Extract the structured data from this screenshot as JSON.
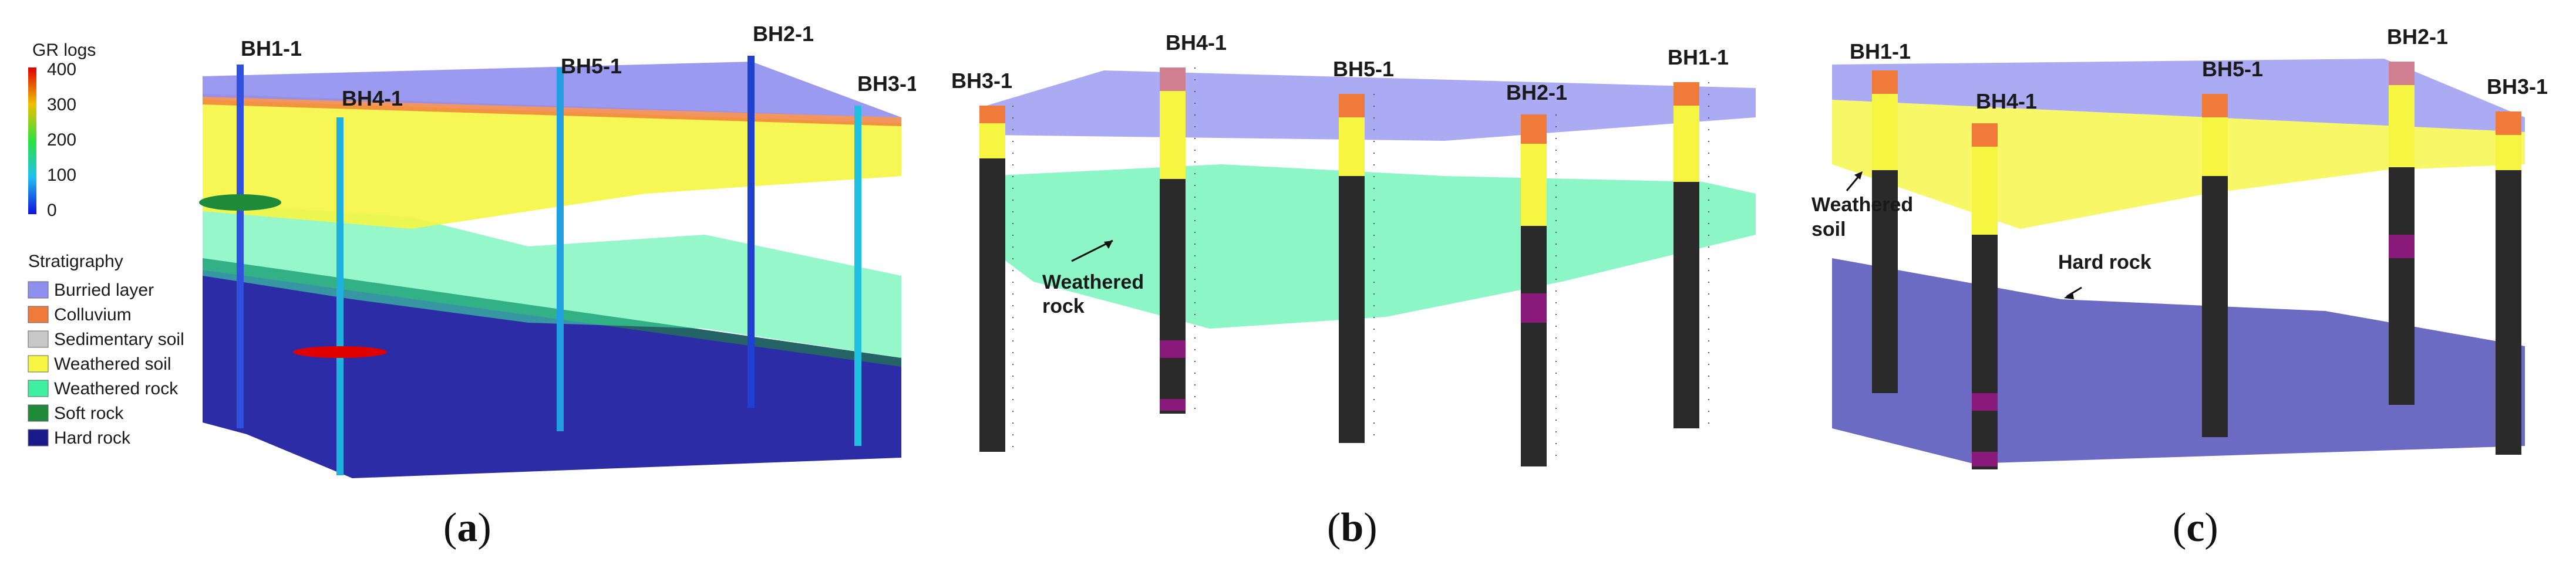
{
  "legend": {
    "gr_title": "GR logs",
    "gr_ticks": [
      "400",
      "300",
      "200",
      "100",
      "0"
    ],
    "strat_title": "Stratigraphy",
    "layers": [
      {
        "label": "Burried layer",
        "color": "#8f8ff0"
      },
      {
        "label": "Colluvium",
        "color": "#f07a3a"
      },
      {
        "label": "Sedimentary soil",
        "color": "#c8c8c8"
      },
      {
        "label": "Weathered soil",
        "color": "#f5f542"
      },
      {
        "label": "Weathered rock",
        "color": "#3ff0a0"
      },
      {
        "label": "Soft rock",
        "color": "#1f8a3a"
      },
      {
        "label": "Hard rock",
        "color": "#1a1a8a"
      }
    ]
  },
  "panel_a": {
    "boreholes": [
      "BH1-1",
      "BH4-1",
      "BH5-1",
      "BH2-1",
      "BH3-1"
    ],
    "caption_open": "(",
    "caption_letter": "a",
    "caption_close": ")"
  },
  "panel_b": {
    "boreholes": [
      "BH3-1",
      "BH4-1",
      "BH5-1",
      "BH2-1",
      "BH1-1"
    ],
    "annotation_line1": "Weathered",
    "annotation_line2": "rock",
    "caption_open": "(",
    "caption_letter": "b",
    "caption_close": ")"
  },
  "panel_c": {
    "boreholes": [
      "BH1-1",
      "BH4-1",
      "BH5-1",
      "BH2-1",
      "BH3-1"
    ],
    "annotation_soil_line1": "Weathered",
    "annotation_soil_line2": "soil",
    "annotation_rock": "Hard rock",
    "caption_open": "(",
    "caption_letter": "c",
    "caption_close": ")"
  },
  "colors": {
    "buried": "#8f8ff0",
    "colluvium": "#f07a3a",
    "weathered_soil": "#f5f542",
    "weathered_rock": "#3ff0a0",
    "soft_rock": "#1f8a3a",
    "hard_rock": "#1a1a8a",
    "borehole": "#2a2a2a"
  }
}
